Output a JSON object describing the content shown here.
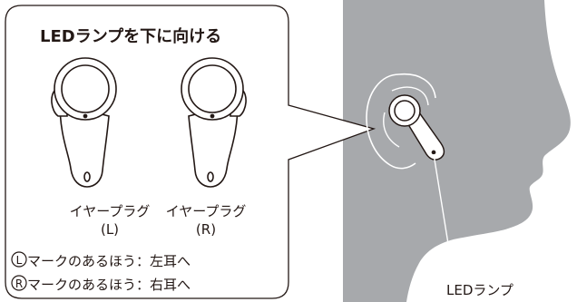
{
  "title": "LEDランプを下に向ける",
  "earbuds": {
    "left": {
      "name": "イヤープラグ",
      "side": "(L)"
    },
    "right": {
      "name": "イヤープラグ",
      "side": "(R)"
    }
  },
  "notes": [
    {
      "marker": "L",
      "text": "マークのあるほう：左耳へ"
    },
    {
      "marker": "R",
      "text": "マークのあるほう：右耳へ"
    }
  ],
  "led_label": "LEDランプ",
  "colors": {
    "face": "#a7a9ac",
    "line": "#231815",
    "background": "#ffffff"
  }
}
